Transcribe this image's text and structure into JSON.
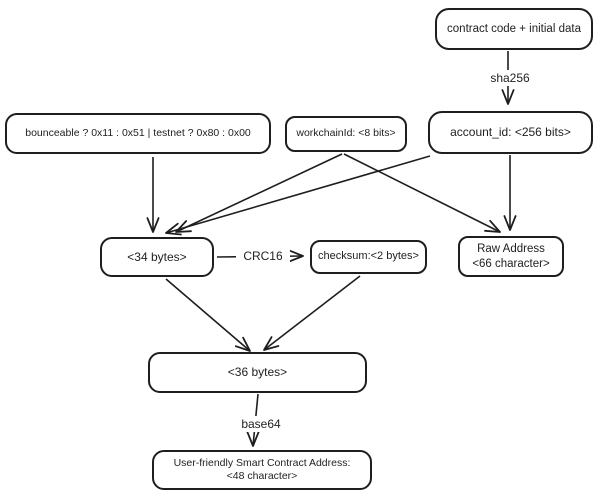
{
  "diagram": {
    "colors": {
      "background": "#ffffff",
      "stroke": "#1e1e1e",
      "text": "#1f1f1f"
    },
    "nodes": {
      "contract_code": "contract code + initial data",
      "bounceable_flags": "bounceable ? 0x11 : 0x51 | testnet ? 0x80 : 0x00",
      "workchain_id": "workchainId: <8 bits>",
      "account_id": "account_id: <256 bits>",
      "bytes34": "<34 bytes>",
      "checksum": "checksum:<2 bytes>",
      "raw_address_line1": "Raw Address",
      "raw_address_line2": "<66 character>",
      "bytes36": "<36 bytes>",
      "user_friendly_line1": "User-friendly Smart Contract Address:",
      "user_friendly_line2": "<48 character>"
    },
    "edge_labels": {
      "sha256": "sha256",
      "crc16": "CRC16",
      "base64": "base64"
    },
    "edges": [
      {
        "from": "contract_code",
        "to": "account_id",
        "label": "sha256"
      },
      {
        "from": "bounceable_flags",
        "to": "bytes34",
        "label": ""
      },
      {
        "from": "workchain_id",
        "to": "bytes34",
        "label": ""
      },
      {
        "from": "account_id",
        "to": "bytes34",
        "label": ""
      },
      {
        "from": "workchain_id",
        "to": "raw_address",
        "label": ""
      },
      {
        "from": "account_id",
        "to": "raw_address",
        "label": ""
      },
      {
        "from": "bytes34",
        "to": "checksum",
        "label": "CRC16"
      },
      {
        "from": "bytes34",
        "to": "bytes36",
        "label": ""
      },
      {
        "from": "checksum",
        "to": "bytes36",
        "label": ""
      },
      {
        "from": "bytes36",
        "to": "user_friendly",
        "label": "base64"
      }
    ]
  }
}
